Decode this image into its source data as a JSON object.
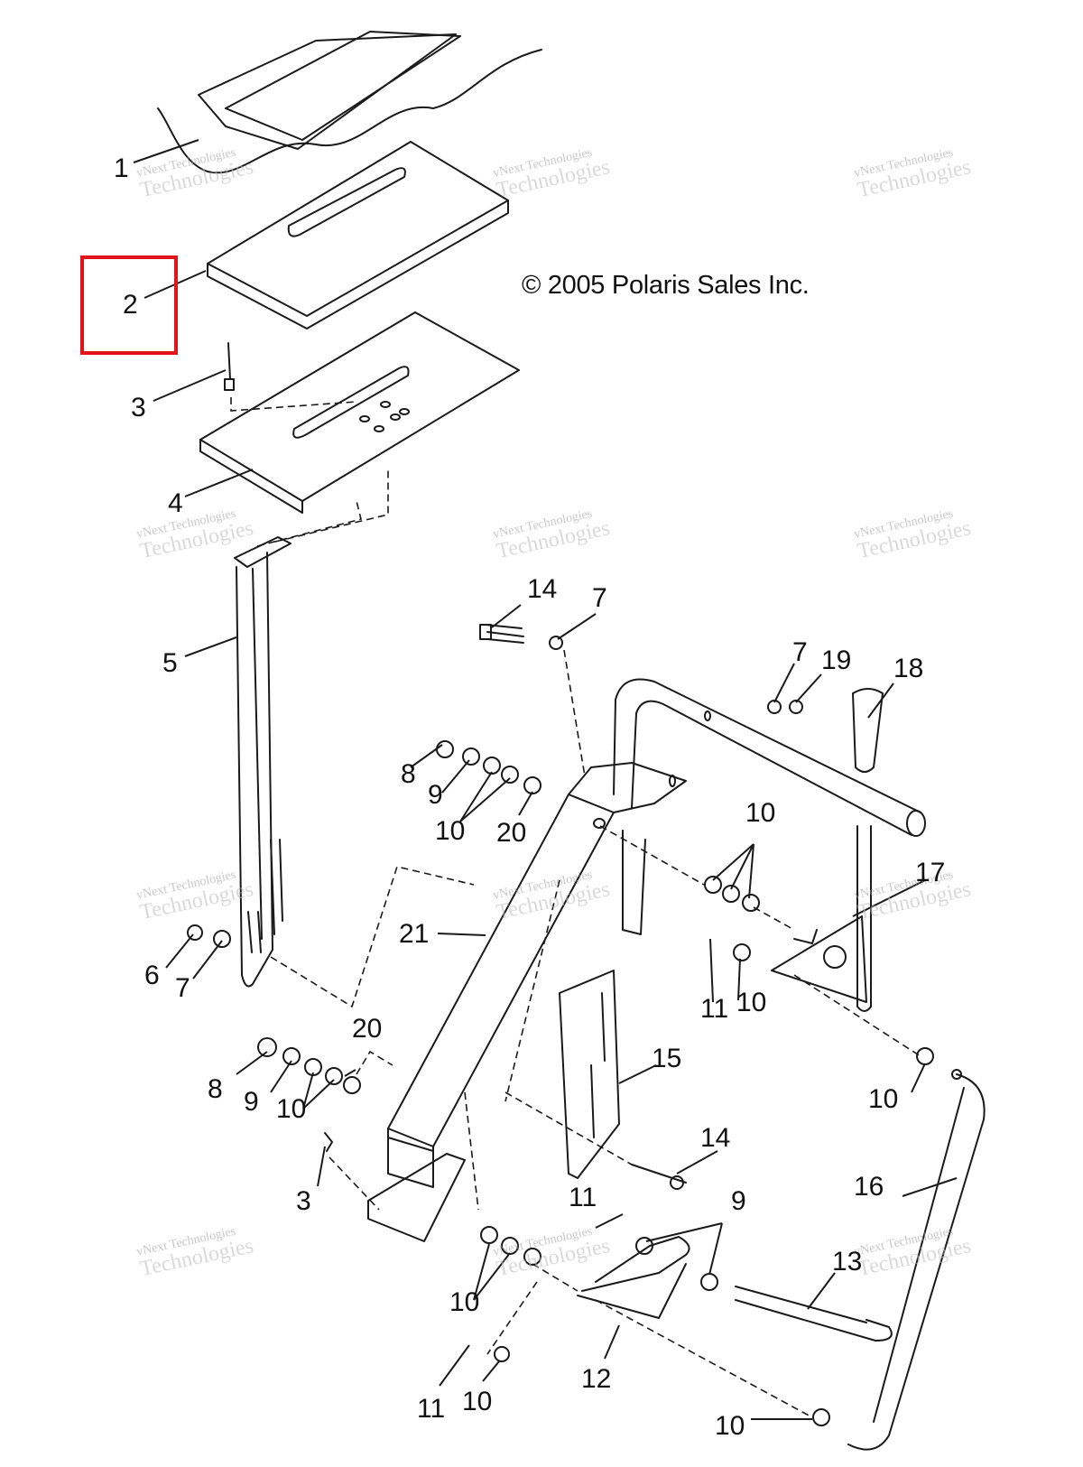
{
  "copyright": "© 2005 Polaris Sales Inc.",
  "watermark": {
    "line1": "vNext Technologies",
    "line2": "Technologies"
  },
  "highlight_color": "#e3131b",
  "callouts": {
    "c1": "1",
    "c2": "2",
    "c3a": "3",
    "c4": "4",
    "c5": "5",
    "c6": "6",
    "c7a": "7",
    "c14a": "14",
    "c7b": "7",
    "c7c": "7",
    "c19": "19",
    "c18": "18",
    "c8a": "8",
    "c9a": "9",
    "c10a": "10",
    "c20a": "20",
    "c21": "21",
    "c10b": "10",
    "c17": "17",
    "c11a": "11",
    "c10c": "10",
    "c20b": "20",
    "c8b": "8",
    "c9b": "9",
    "c10d": "10",
    "c3b": "3",
    "c15": "15",
    "c10e": "10",
    "c14b": "14",
    "c16": "16",
    "c11b": "11",
    "c9c": "9",
    "c13": "13",
    "c10f": "10",
    "c12": "12",
    "c11c": "11",
    "c10g": "10",
    "c10h": "10"
  }
}
